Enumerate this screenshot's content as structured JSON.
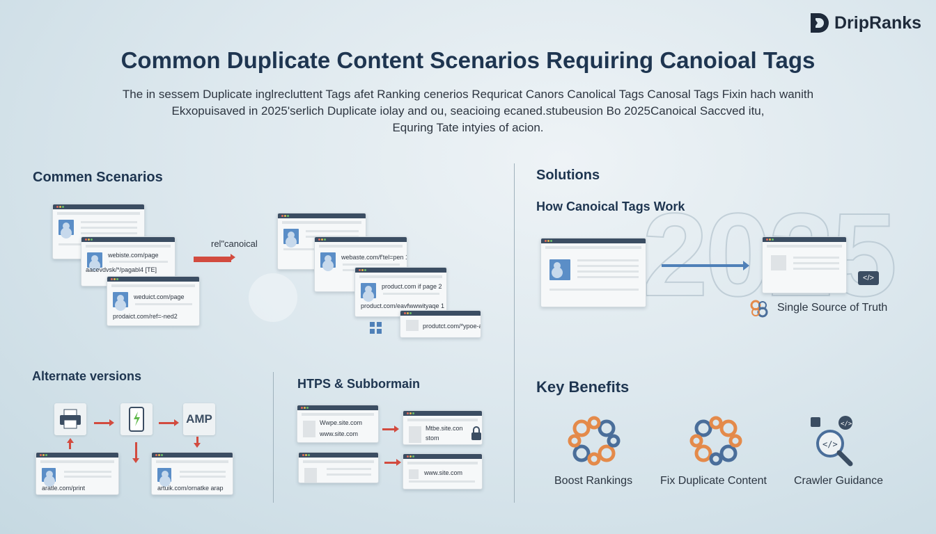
{
  "brand": {
    "name": "DripRanks"
  },
  "title": "Common Duplicate Content Scenarios Requiring Canoioal Tags",
  "subtitle": [
    "The in sessem Duplicate inglrecluttent Tags afet Ranking cenerios Requricat Canors Canolical Tags Canosal Tags Fixin hach wanith",
    "Ekxopuisaved in 2025'serlich Duplicate iolay and ou, seacioing ecaned.stubeusion Bo 2025Canoical Saccved itu,",
    "Equring Tate intyies of acion."
  ],
  "left": {
    "heading": "Commen Scenarios",
    "arrow_label": "rel\"canoical",
    "windows_a": [
      "webiste.com/page",
      "aacevdvsk/*/pagabl4 [TE]",
      "weduict.com/page",
      "prodaict.com/ref=-ned2"
    ],
    "windows_b": [
      "webaste.com/f'tel=pen 1",
      "product.com if page 2",
      "product.com/eavfwwwityaqe 1",
      "produtct.com/*ypoe-all"
    ],
    "alt": {
      "heading": "Alternate versions",
      "amp_label": "AMP",
      "urls": [
        "aratle.com/print",
        "artuik.com/ornatke arap"
      ]
    },
    "https": {
      "heading": "HTPS & Subbormain",
      "urls": [
        "Wwpe.site.com",
        "www.site.com",
        "Mtbe.site.con",
        "stom",
        "www.site.com"
      ]
    }
  },
  "right": {
    "heading": "Solutions",
    "subheading": "How Canoical Tags Work",
    "watermark": "2025",
    "code_badge": "</>",
    "source_label": "Single Source of Truth",
    "benefits_heading": "Key Benefits",
    "benefits": [
      "Boost Rankings",
      "Fix Duplicate Content",
      "Crawler Guidance"
    ]
  },
  "colors": {
    "accent_red": "#d24b3f",
    "accent_blue": "#4f80b8",
    "navy": "#1e3550",
    "chain_orange": "#e48a4a",
    "chain_blue": "#4a6e9a"
  }
}
